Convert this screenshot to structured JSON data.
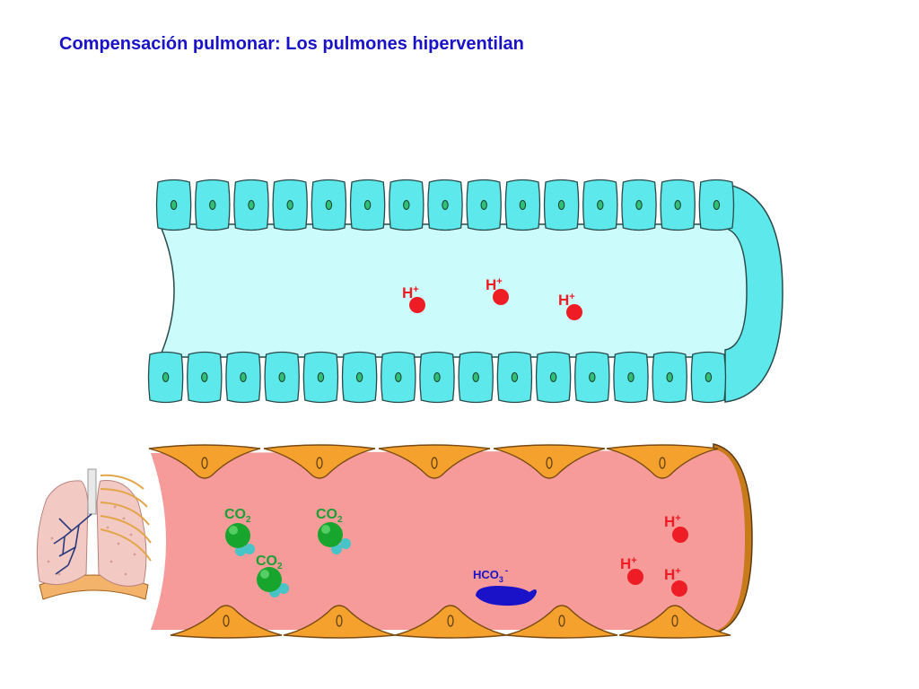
{
  "title": "Compensación pulmonar: Los pulmones hiperventilan",
  "labels": {
    "h_main": "H",
    "h_sup": "+",
    "co2_main": "CO",
    "co2_sub": "2",
    "hco3_main": "HCO",
    "hco3_sub": "3",
    "hco3_sup": "-"
  },
  "colors": {
    "title": "#1a12c8",
    "cell_fill": "#5de8ec",
    "cell_stroke": "#2a4a4a",
    "nucleus_fill": "#2fbf77",
    "alveolus_lumen": "#ccfbfb",
    "blood_lumen": "#f79a9a",
    "endothelium": "#f4a12e",
    "h_ion": "#ee1c24",
    "co2_green": "#17a52d",
    "co2_label": "#1aa035",
    "co2_tip": "#48c4c8",
    "hco3": "#1a12c8"
  },
  "icons": [
    "lungs-thumbnail-icon"
  ]
}
